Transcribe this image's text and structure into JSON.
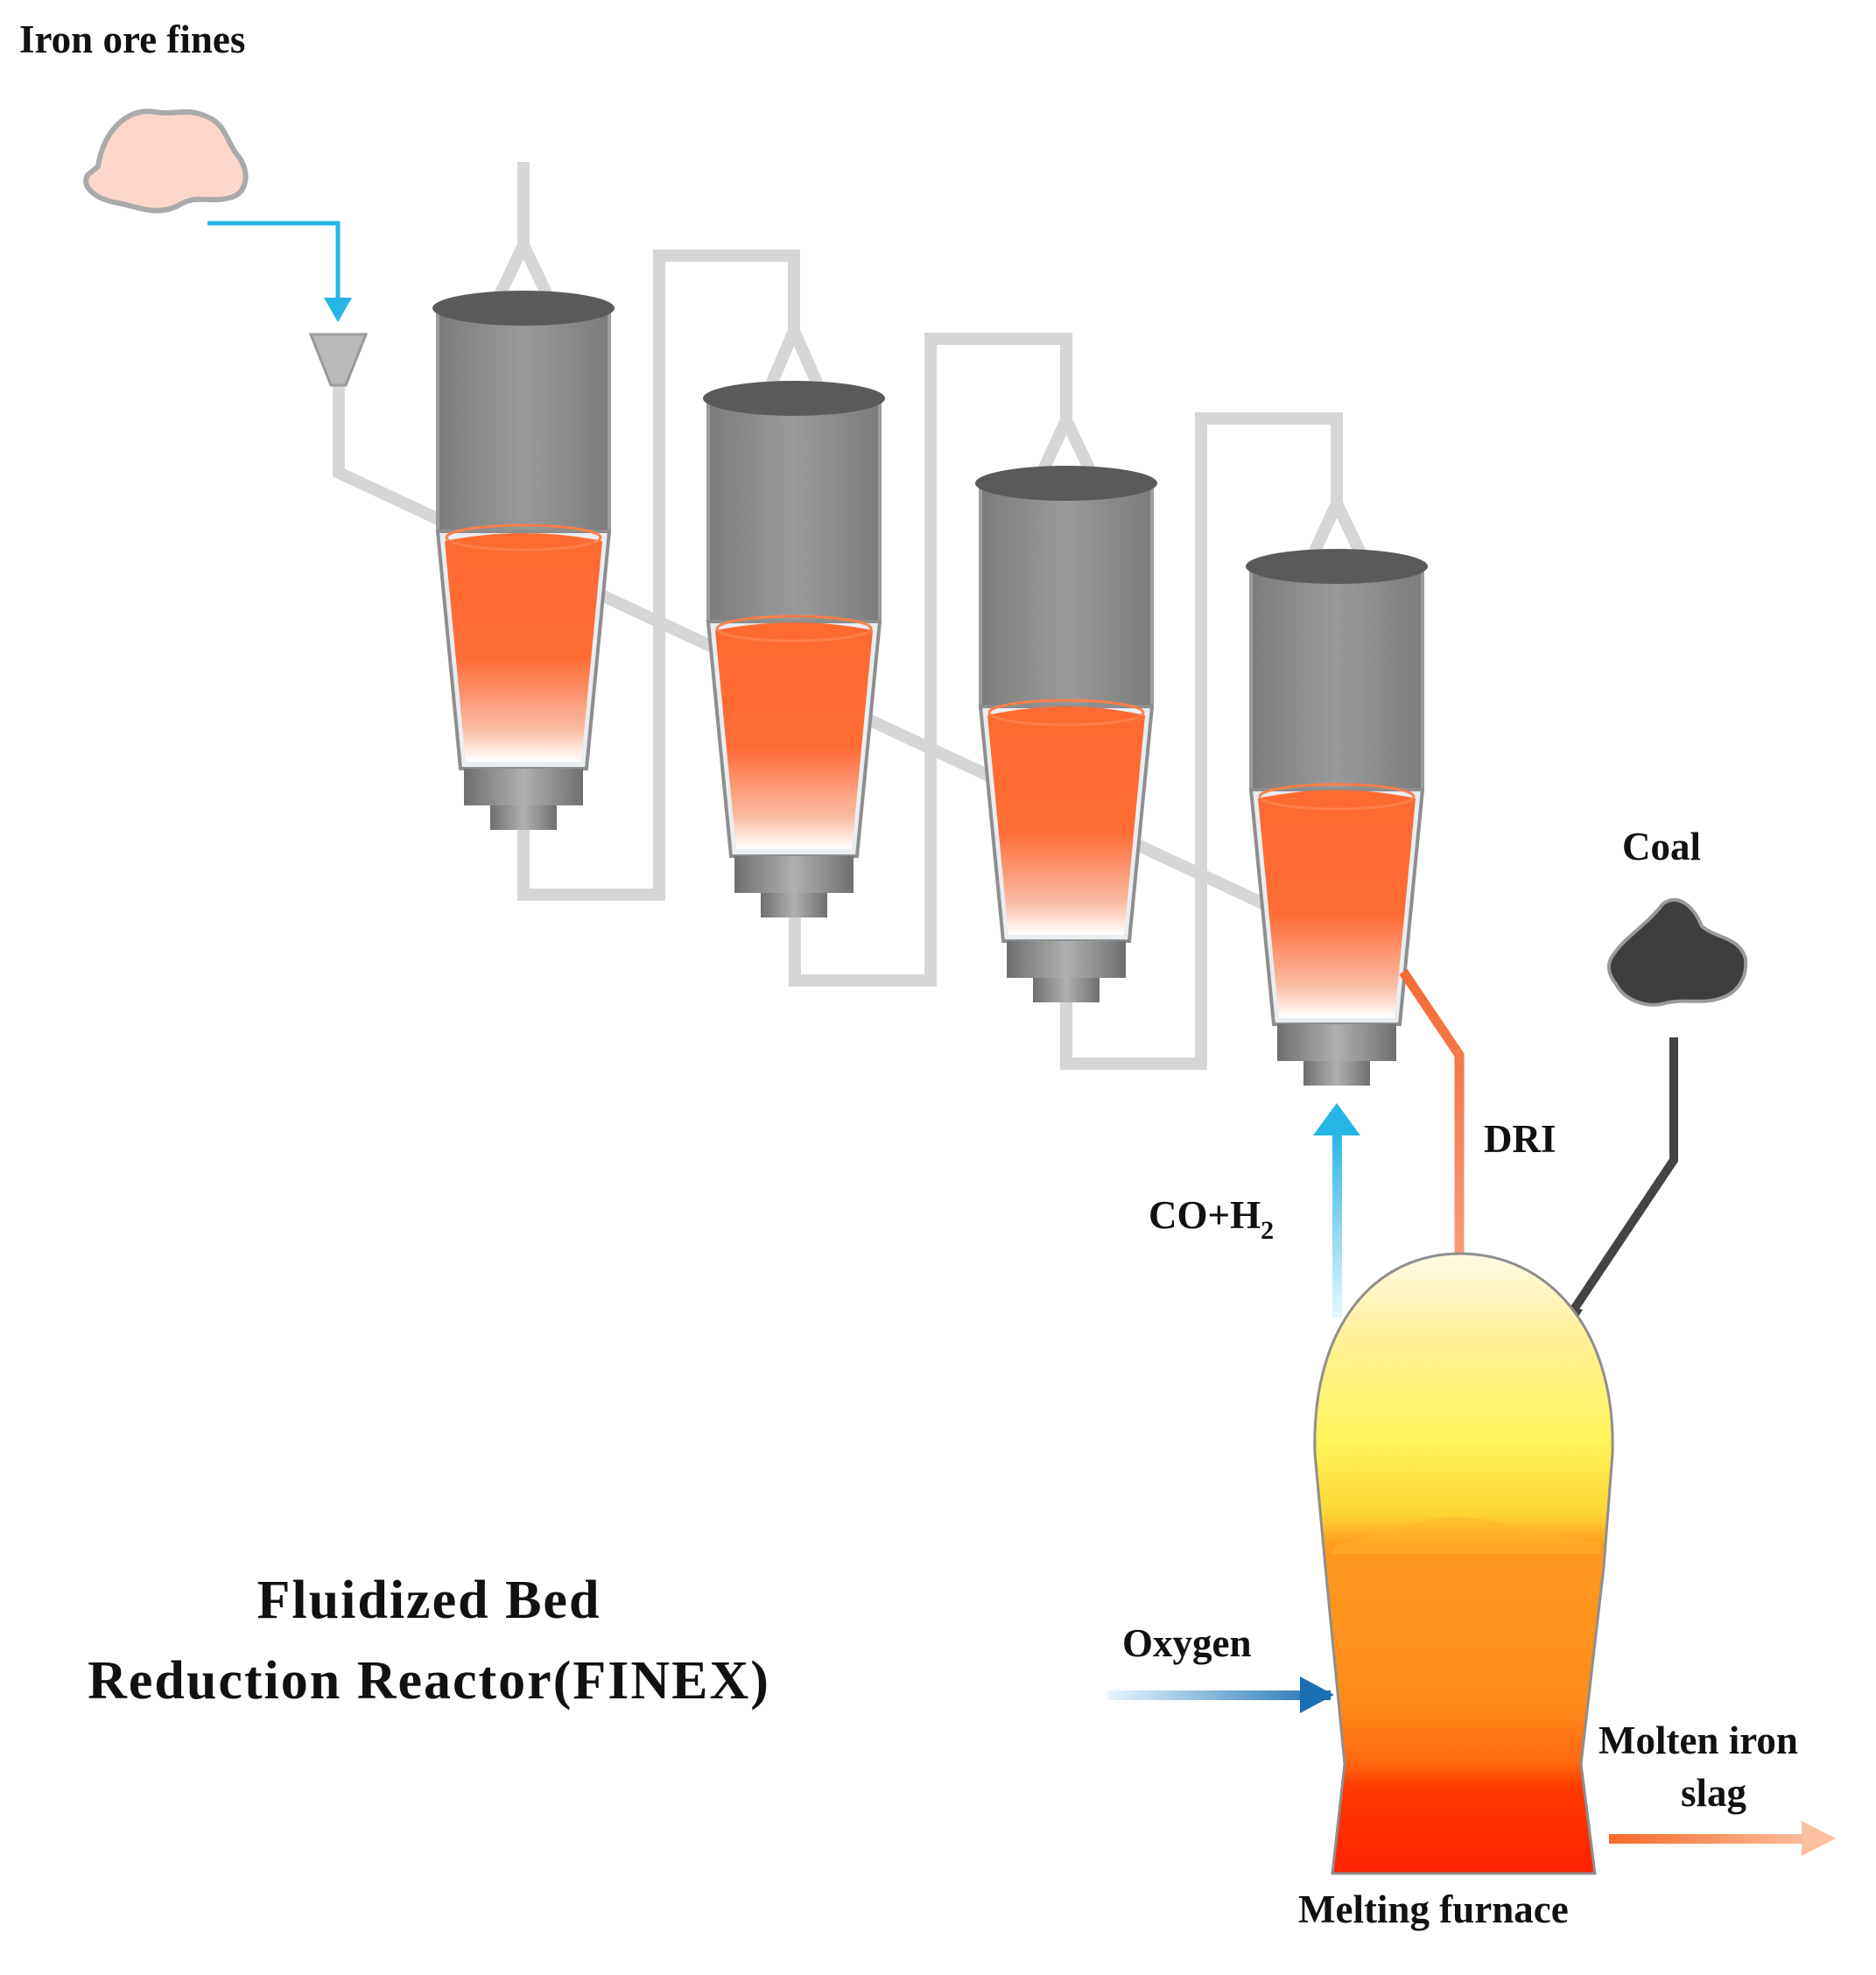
{
  "labels": {
    "iron_ore_fines": "Iron ore fines",
    "coal": "Coal",
    "dri": "DRI",
    "co_h2": "CO+H",
    "co_h2_sub": "2",
    "oxygen": "Oxygen",
    "molten_iron": "Molten iron",
    "slag": "slag",
    "melting_furnace": "Melting furnace",
    "title_line1": "Fluidized Bed",
    "title_line2": "Reduction Reactor(FINEX)"
  },
  "colors": {
    "pipe": "#d4d4d4",
    "reactor_body": "#8a8a8a",
    "reactor_lid": "#5c5c5c",
    "bed_orange": "#ff6a30",
    "feed_arrow": "#27b5e6",
    "dri_line": "#f46a33",
    "coal_line": "#444444",
    "oxygen_arrow": "#1a74b8",
    "furnace_yellow": "#fff566",
    "furnace_orange": "#ff8c1a",
    "furnace_red": "#ff2a00"
  },
  "icons": [
    "ore-lump-icon",
    "coal-lump-icon"
  ]
}
